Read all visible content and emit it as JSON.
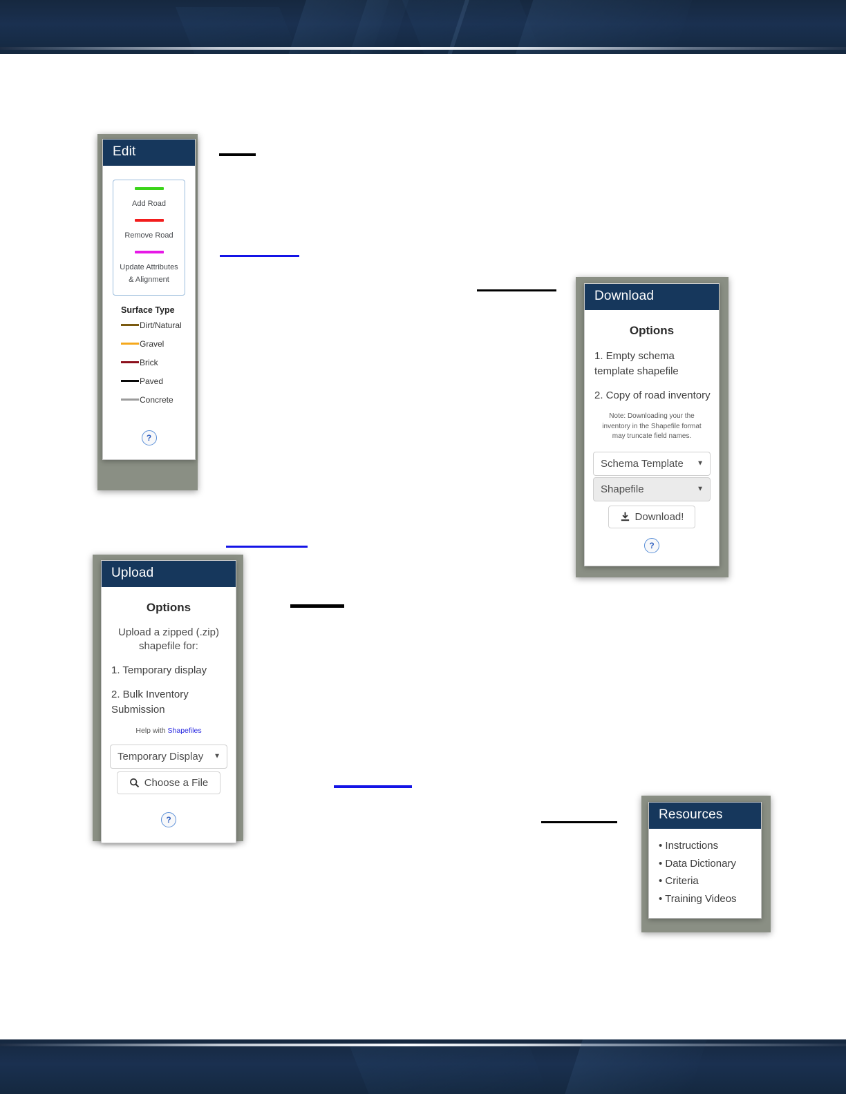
{
  "page": {
    "background_color": "#ffffff",
    "banner_color": "#16283f",
    "panel_title_color": "#16375c"
  },
  "banners": {
    "top_label": "site-header-banner",
    "bottom_label": "site-footer-banner"
  },
  "edit_widget": {
    "title": "Edit",
    "tools": [
      {
        "label": "Add Road",
        "color": "#3bd41a"
      },
      {
        "label": "Remove Road",
        "color": "#f21d1d"
      },
      {
        "label": "Update Attributes & Alignment",
        "color": "#e619e6"
      }
    ],
    "legend_title": "Surface Type",
    "legend": [
      {
        "label": "Dirt/Natural",
        "color": "#7a5a10"
      },
      {
        "label": "Gravel",
        "color": "#f5a81c"
      },
      {
        "label": "Brick",
        "color": "#8c0f1c"
      },
      {
        "label": "Paved",
        "color": "#0a0a0a"
      },
      {
        "label": "Concrete",
        "color": "#9b9b9b"
      }
    ],
    "help_label": "?"
  },
  "download_widget": {
    "title": "Download",
    "options_heading": "Options",
    "options": [
      "1. Empty schema template shapefile",
      "2. Copy of road inventory"
    ],
    "note": "Note: Downloading your the inventory in the Shapefile format may truncate field names.",
    "content_select": "Schema Template",
    "format_select": "Shapefile",
    "download_button": "Download!",
    "caret": "▼",
    "help_label": "?"
  },
  "upload_widget": {
    "title": "Upload",
    "options_heading": "Options",
    "intro": "Upload a zipped (.zip) shapefile for:",
    "options": [
      "1. Temporary display",
      "2. Bulk Inventory Submission"
    ],
    "help_prefix": "Help with",
    "help_link": "Shapefiles",
    "mode_select": "Temporary Display",
    "choose_file_button": "Choose a File",
    "caret": "▼",
    "help_label": "?"
  },
  "resources_widget": {
    "title": "Resources",
    "items": [
      "• Instructions",
      "• Data Dictionary",
      "• Criteria",
      "• Training Videos"
    ]
  },
  "annotations": [
    {
      "name": "redaction-bar-1",
      "color": "#000000"
    },
    {
      "name": "redaction-bar-2",
      "color": "#1414e6"
    },
    {
      "name": "redaction-bar-3",
      "color": "#000000"
    },
    {
      "name": "redaction-bar-4",
      "color": "#1414e6"
    },
    {
      "name": "redaction-bar-5",
      "color": "#000000"
    },
    {
      "name": "redaction-bar-6",
      "color": "#1414e6"
    },
    {
      "name": "redaction-bar-7",
      "color": "#000000"
    }
  ]
}
